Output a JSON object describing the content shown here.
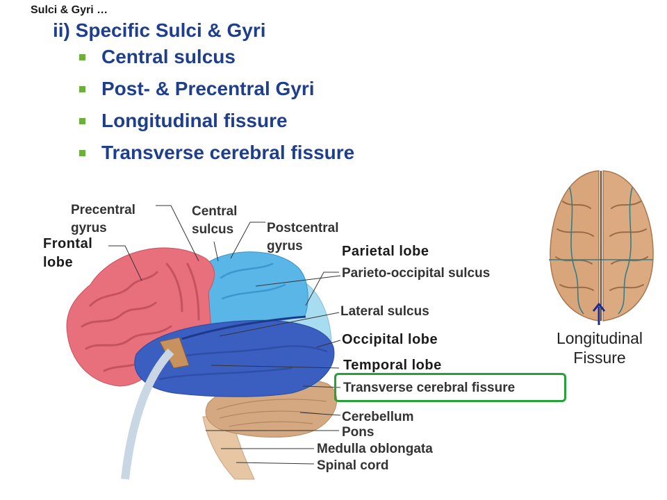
{
  "breadcrumb": "Sulci & Gyri …",
  "heading": "ii)  Specific Sulci & Gyri",
  "bullets": [
    "Central sulcus",
    "Post- & Precentral Gyri",
    "Longitudinal fissure",
    "Transverse cerebral fissure"
  ],
  "labels": {
    "precentral_gyrus": [
      "Precentral",
      "gyrus"
    ],
    "central_sulcus": [
      "Central",
      "sulcus"
    ],
    "postcentral_gyrus": [
      "Postcentral",
      "gyrus"
    ],
    "frontal_lobe": [
      "Frontal",
      "lobe"
    ],
    "parietal_lobe": "Parietal lobe",
    "parieto_occipital_sulcus": "Parieto-occipital sulcus",
    "lateral_sulcus": "Lateral sulcus",
    "occipital_lobe": "Occipital lobe",
    "temporal_lobe": "Temporal lobe",
    "transverse_cerebral_fissure": "Transverse cerebral fissure",
    "cerebellum": "Cerebellum",
    "pons": "Pons",
    "medulla_oblongata": "Medulla oblongata",
    "spinal_cord": "Spinal cord"
  },
  "top_view_caption": [
    "Longitudinal",
    "Fissure"
  ],
  "colors": {
    "heading": "#1f3f8c",
    "bullet_marker": "#6ab03a",
    "highlight_box": "#23a336",
    "frontal_lobe": "#e8707c",
    "parietal_lobe": "#5ab6e6",
    "temporal_lobe": "#3a5fc0",
    "occipital_lobe": "#a8dcf0",
    "cerebellum": "#d4a982",
    "arrow": "#1b2a8c"
  }
}
